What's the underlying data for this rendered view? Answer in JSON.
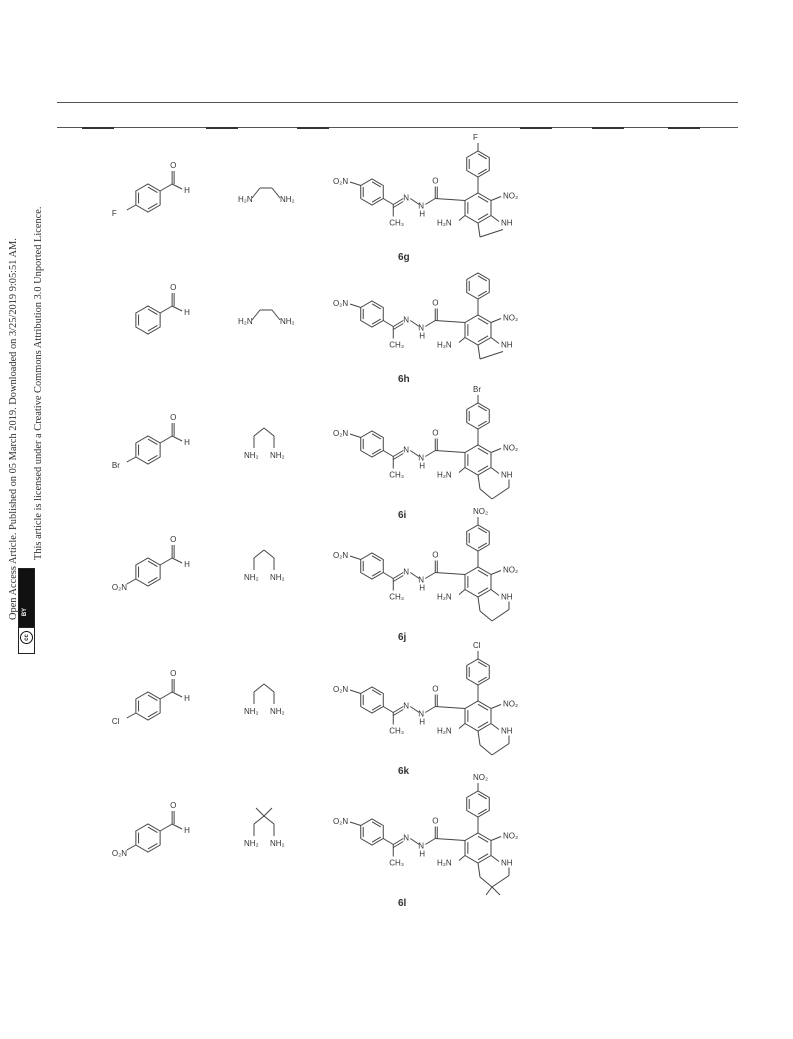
{
  "license": {
    "line1": "Open Access Article. Published on 05 March 2019. Downloaded on 3/25/2019 9:05:51 AM.",
    "line2": "This article is licensed under a Creative Commons Attribution 3.0 Unported Licence.",
    "badge_text": "BY"
  },
  "rows": [
    {
      "aldehyde_sub": "F",
      "diamine": "ethylenediamine",
      "amine_labels": [
        "H₂N",
        "NH₂"
      ],
      "product_sub": "F",
      "product_ring": "imidazo",
      "compound": "6g"
    },
    {
      "aldehyde_sub": "",
      "diamine": "ethylenediamine",
      "amine_labels": [
        "H₂N",
        "NH₂"
      ],
      "product_sub": "",
      "product_ring": "imidazo",
      "compound": "6h"
    },
    {
      "aldehyde_sub": "Br",
      "diamine": "propanediamine",
      "amine_labels": [
        "NH₂",
        "NH₂"
      ],
      "product_sub": "Br",
      "product_ring": "pyrimido",
      "compound": "6i"
    },
    {
      "aldehyde_sub": "O₂N",
      "diamine": "propanediamine",
      "amine_labels": [
        "NH₂",
        "NH₂"
      ],
      "product_sub": "NO₂",
      "product_ring": "pyrimido",
      "compound": "6j"
    },
    {
      "aldehyde_sub": "Cl",
      "diamine": "propanediamine",
      "amine_labels": [
        "NH₂",
        "NH₂"
      ],
      "product_sub": "Cl",
      "product_ring": "pyrimido",
      "compound": "6k"
    },
    {
      "aldehyde_sub": "O₂N",
      "diamine": "dimethylpropanediamine",
      "amine_labels": [
        "NH₂",
        "NH₂"
      ],
      "product_sub": "NO₂",
      "product_ring": "dimethylpyrimido",
      "compound": "6l"
    }
  ],
  "atom_labels": {
    "o2n_left": "O₂N",
    "n": "N",
    "h": "H",
    "o": "O",
    "ch3": "CH₃",
    "no2": "NO₂",
    "h2n": "H₂N",
    "nh": "NH",
    "aldehyde_o": "O",
    "aldehyde_h": "H"
  }
}
